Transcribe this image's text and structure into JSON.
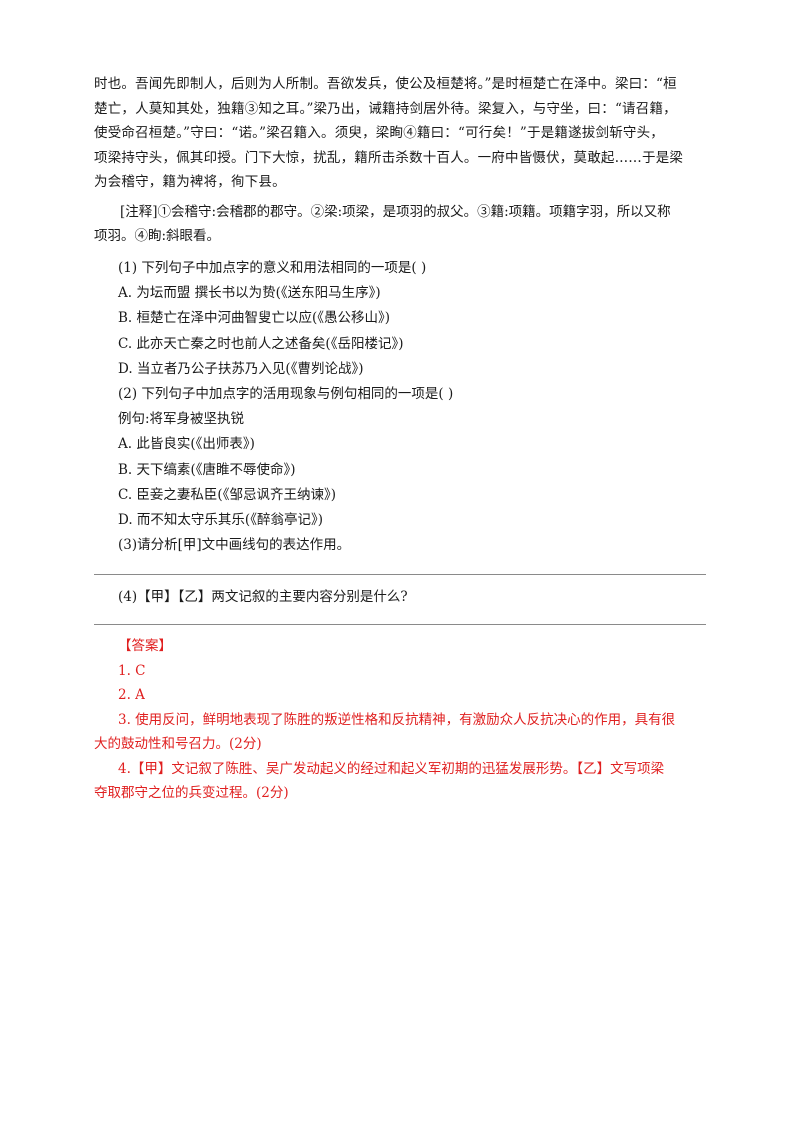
{
  "passage": {
    "lines": [
      "时也。吾闻先即制人，后则为人所制。吾欲发兵，使公及桓楚将。”是时桓楚亡在泽中。梁曰：“桓",
      "楚亡，人莫知其处，独籍③知之耳。”梁乃出，诫籍持剑居外待。梁复入，与守坐，曰：“请召籍，",
      "使受命召桓楚。”守曰：“诺。”梁召籍入。须臾，梁眴④籍曰：“可行矣！”于是籍遂拔剑斩守头，",
      "项梁持守头，佩其印授。门下大惊，扰乱，籍所击杀数十百人。一府中皆慑伏，莫敢起……于是梁",
      "为会稽守，籍为裨将，徇下县。"
    ]
  },
  "note": {
    "line1": "[注释]①会稽守:会稽郡的郡守。②梁:项梁，是项羽的叔父。③籍:项籍。项籍字羽，所以又称",
    "line2": "项羽。④眴:斜眼看。"
  },
  "questions": {
    "q1": "(1)  下列句子中加点字的意义和用法相同的一项是(    )",
    "q1_options": [
      "A. 为坛而盟  撰长书以为贽(《送东阳马生序》)",
      "B. 桓楚亡在泽中河曲智叟亡以应(《愚公移山》)",
      "C. 此亦天亡秦之时也前人之述备矣(《岳阳楼记》)",
      "D. 当立者乃公子扶苏乃入见(《曹刿论战》)"
    ],
    "q2": "(2)  下列句子中加点字的活用现象与例句相同的一项是(    )",
    "q2_example": "例句:将军身被坚执锐",
    "q2_options": [
      "A. 此皆良实(《出师表》)",
      "B. 天下缟素(《唐睢不辱使命》)",
      "C. 臣妾之妻私臣(《邹忌讽齐王纳谏》)",
      "D. 而不知太守乐其乐(《醉翁亭记》)"
    ],
    "q3": "(3)请分析[甲]文中画线句的表达作用。",
    "q4": "(4)【甲】【乙】两文记叙的主要内容分别是什么?"
  },
  "answer": {
    "header": "【答案】",
    "a1": "1. C",
    "a2": "2. A",
    "a3_l1": "3. 使用反问，鲜明地表现了陈胜的叛逆性格和反抗精神，有激励众人反抗决心的作用，具有很",
    "a3_l2": "大的鼓动性和号召力。(2分)",
    "a4_l1": "4.【甲】文记叙了陈胜、吴广发动起义的经过和起义军初期的迅猛发展形势。【乙】文写项梁",
    "a4_l2": "夺取郡守之位的兵变过程。(2分)"
  },
  "colors": {
    "text": "#1a1a1a",
    "answer": "#e02020",
    "rule": "#8a8a8a"
  }
}
